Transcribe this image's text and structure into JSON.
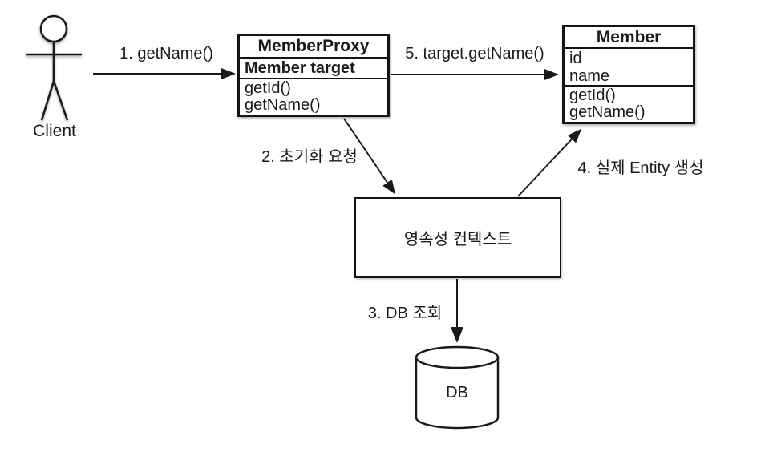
{
  "diagram": {
    "title_hint": "JPA proxy lazy-loading flow diagram",
    "colors": {
      "line": "#1a1a1a",
      "background": "#ffffff"
    },
    "actor": {
      "label": "Client"
    },
    "classes": {
      "member_proxy": {
        "title": "MemberProxy",
        "fields": [
          "Member target"
        ],
        "methods": [
          "getId()",
          "getName()"
        ]
      },
      "member": {
        "title": "Member",
        "fields": [
          "id",
          "name"
        ],
        "methods": [
          "getId()",
          "getName()"
        ]
      }
    },
    "persistence_context": {
      "label": "영속성 컨텍스트"
    },
    "database": {
      "label": "DB"
    },
    "arrows": {
      "step1": "1. getName()",
      "step2": "2. 초기화 요청",
      "step3": "3. DB 조회",
      "step4": "4. 실제 Entity 생성",
      "step5": "5. target.getName()"
    }
  }
}
